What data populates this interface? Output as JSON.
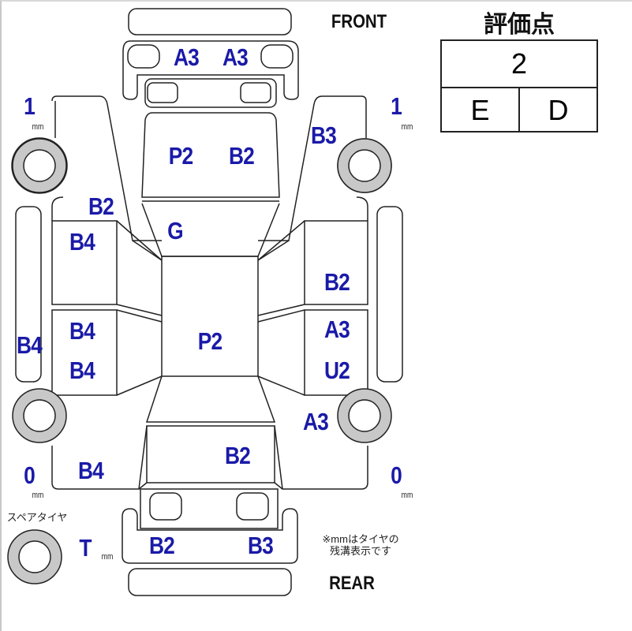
{
  "header": {
    "front": "FRONT",
    "rear": "REAR"
  },
  "grade": {
    "title": "評価点",
    "overall": "2",
    "interior": "E",
    "exterior": "D"
  },
  "tires": {
    "front_left": {
      "depth": "1",
      "unit": "mm"
    },
    "front_right": {
      "depth": "1",
      "unit": "mm"
    },
    "rear_left": {
      "depth": "0",
      "unit": "mm"
    },
    "rear_right": {
      "depth": "0",
      "unit": "mm"
    },
    "spare": {
      "label": "スペアタイヤ",
      "depth": "T",
      "unit": "mm"
    }
  },
  "note": {
    "line1": "※mmはタイヤの",
    "line2": "残溝表示です"
  },
  "damage": {
    "front_bumper_left": "A3",
    "front_bumper_right": "A3",
    "hood_left": "P2",
    "hood_right": "B2",
    "front_right_fender": "B3",
    "front_left_fender": "B2",
    "windshield": "G",
    "left_front_door": "B4",
    "right_front_door": "B2",
    "left_rear_door_upper": "B4",
    "left_rear_door_lower": "B4",
    "roof": "P2",
    "right_rear_door_upper": "A3",
    "right_rear_door_lower": "U2",
    "left_side_sill": "B4",
    "right_rear_fender": "A3",
    "trunk": "B2",
    "left_rear_fender": "B4",
    "rear_bumper_left": "B2",
    "rear_bumper_right": "B3"
  }
}
